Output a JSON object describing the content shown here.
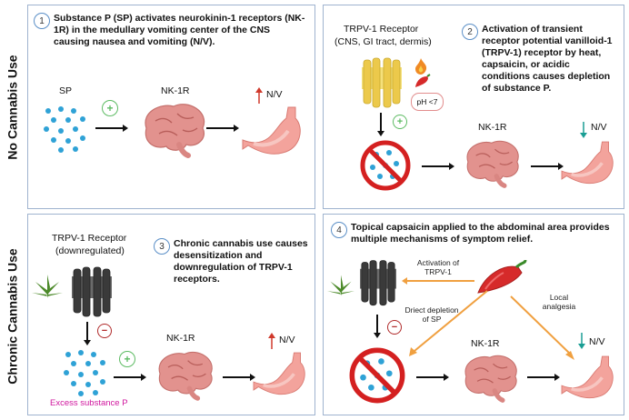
{
  "side_labels": {
    "top": "No Cannabis Use",
    "bottom": "Chronic Cannabis Use"
  },
  "panel1": {
    "number": "1",
    "text": "Substance P (SP) activates neurokinin-1 receptors (NK-1R) in the medullary vomiting center of the CNS causing nausea and vomiting (N/V).",
    "sp_label": "SP",
    "nk1r_label": "NK-1R",
    "nv_label": "N/V",
    "plus": "+"
  },
  "panel2": {
    "number": "2",
    "receptor_title": "TRPV-1 Receptor",
    "receptor_sub": "(CNS, GI tract, dermis)",
    "ph_label": "pH <7",
    "text": "Activation of transient receptor potential vanilloid-1 (TRPV-1) receptor by heat, capsaicin, or acidic conditions causes depletion of substance P.",
    "plus": "+",
    "nk1r_label": "NK-1R",
    "nv_label": "N/V"
  },
  "panel3": {
    "number": "3",
    "receptor_title": "TRPV-1 Receptor",
    "receptor_sub": "(downregulated)",
    "text": "Chronic cannabis use causes desensitization and downregulation of TRPV-1 receptors.",
    "minus": "−",
    "plus": "+",
    "nk1r_label": "NK-1R",
    "nv_label": "N/V",
    "excess_label": "Excess substance P",
    "excess_color": "#d0169e"
  },
  "panel4": {
    "number": "4",
    "text": "Topical capsaicin applied to the abdominal area provides multiple mechanisms of symptom relief.",
    "activation_label": "Activation of TRPV-1",
    "direct_label": "Driect depletion of SP",
    "local_label": "Local analgesia",
    "minus": "−",
    "nk1r_label": "NK-1R",
    "nv_label": "N/V"
  },
  "colors": {
    "panel_border": "#9fb3cf",
    "dot_blue": "#2fa2d6",
    "arrow_orange": "#f0a040",
    "up_arrow": "#d0392b",
    "down_arrow": "#1a9e94",
    "plus_green": "#5dbb63",
    "minus_red": "#b02a2a"
  }
}
